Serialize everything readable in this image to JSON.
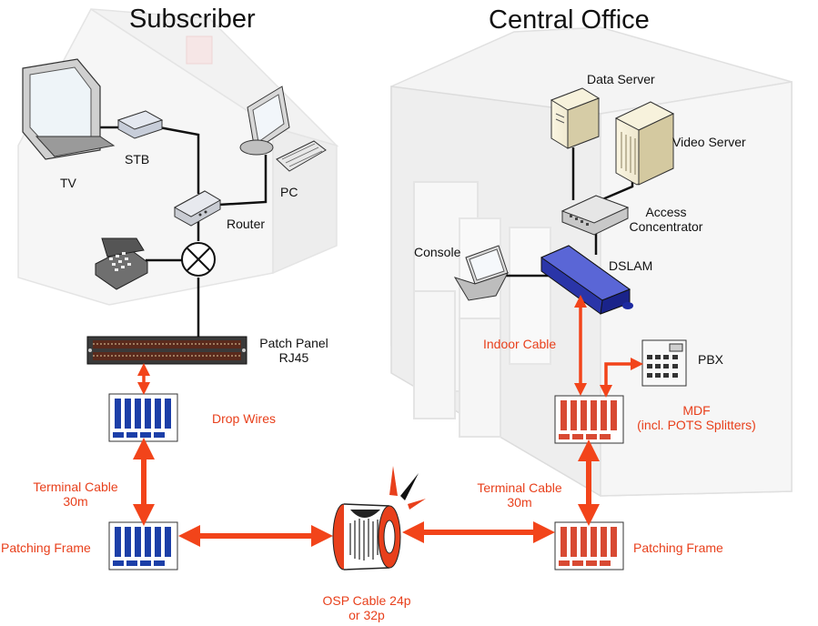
{
  "titles": {
    "subscriber": "Subscriber",
    "central_office": "Central Office"
  },
  "labels": {
    "tv": "TV",
    "stb": "STB",
    "pc": "PC",
    "router": "Router",
    "patch_panel_line1": "Patch Panel",
    "patch_panel_line2": "RJ45",
    "drop_wires": "Drop Wires",
    "terminal_cable_left_line1": "Terminal Cable",
    "terminal_cable_left_line2": "30m",
    "patching_frame_left": "Patching Frame",
    "osp_cable_line1": "OSP Cable 24p",
    "osp_cable_line2": "or 32p",
    "terminal_cable_right_line1": "Terminal Cable",
    "terminal_cable_right_line2": "30m",
    "patching_frame_right": "Patching Frame",
    "mdf_line1": "MDF",
    "mdf_line2": "(incl. POTS Splitters)",
    "pbx": "PBX",
    "indoor_cable": "Indoor Cable",
    "dslam": "DSLAM",
    "console": "Console",
    "access_line1": "Access",
    "access_line2": "Concentrator",
    "data_server": "Data Server",
    "video_server": "Video Server"
  },
  "colors": {
    "arrow": "#f2441a",
    "label_red": "#e8401c",
    "frame_blue": "#1c3fa8",
    "frame_red": "#d84a33",
    "dslam_blue": "#3440b8",
    "building": "#f1f1f1"
  },
  "icons": [
    "tv-icon",
    "stb-icon",
    "pc-icon",
    "router-icon",
    "phone-icon",
    "splitter-icon",
    "patch-panel-icon",
    "server-icon",
    "laptop-icon",
    "dslam-icon",
    "pbx-icon",
    "cable-reel-icon"
  ]
}
